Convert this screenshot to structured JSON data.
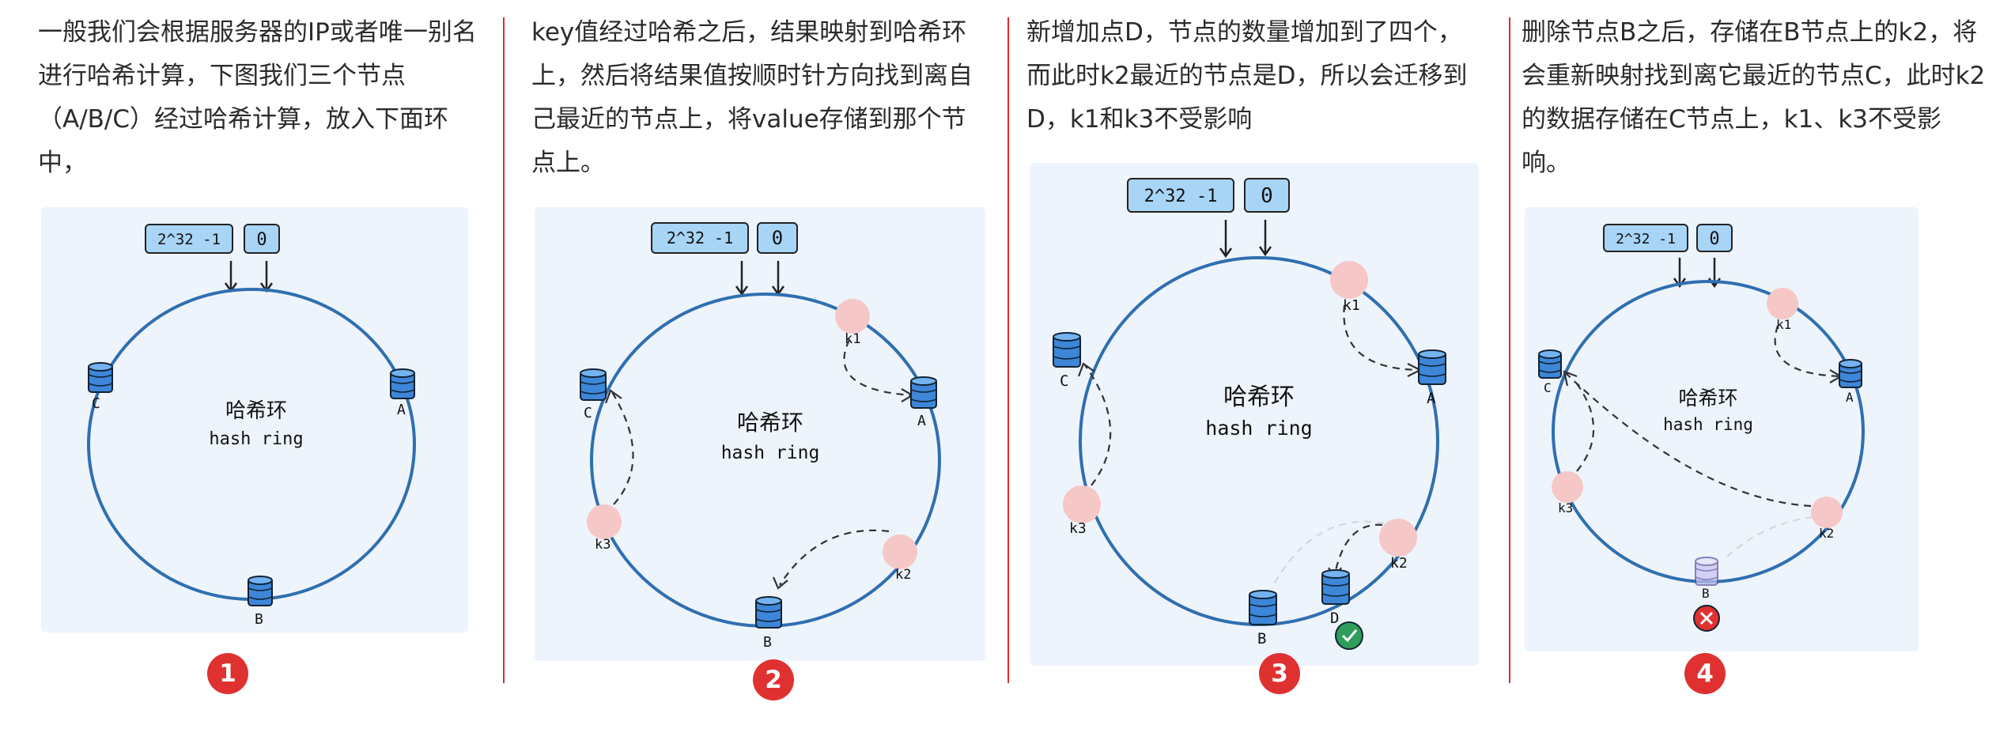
{
  "panels": [
    {
      "caption": "一般我们会根据服务器的IP或者唯一别名进行哈希计算，下图我们三个节点（A/B/C）经过哈希计算，放入下面环中，",
      "step": "1"
    },
    {
      "caption": "key值经过哈希之后，结果映射到哈希环上，然后将结果值按顺时针方向找到离自己最近的节点上，将value存储到那个节点上。",
      "step": "2"
    },
    {
      "caption": "新增加点D，节点的数量增加到了四个，而此时k2最近的节点是D，所以会迁移到D，k1和k3不受影响",
      "step": "3"
    },
    {
      "caption": "删除节点B之后，存储在B节点上的k2，将会重新映射找到离它最近的节点C，此时k2的数据存储在C节点上，k1、k3不受影响。",
      "step": "4"
    }
  ],
  "diagram": {
    "max_label": "2^32 -1",
    "zero_label": "0",
    "ring_title": "哈希环",
    "ring_subtitle": "hash ring",
    "node_a": "A",
    "node_b": "B",
    "node_c": "C",
    "node_d": "D",
    "key_k1": "k1",
    "key_k2": "k2",
    "key_k3": "k3"
  },
  "colors": {
    "ring": "#2f6fb0",
    "key_dot": "#f6c7c7",
    "db_fill": "#3d86d8",
    "badge": "#e03131",
    "separator": "#e02a2a",
    "card_bg": "#eef4fb",
    "label_box": "#a8d4f5"
  }
}
